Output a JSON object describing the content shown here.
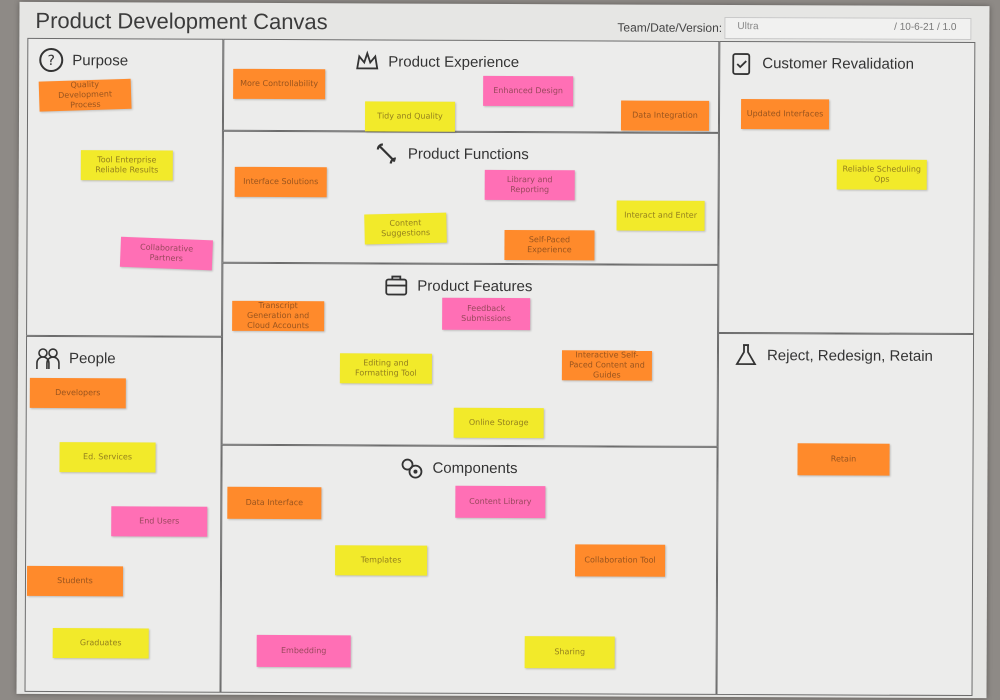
{
  "canvas": {
    "title": "Product Development Canvas",
    "meta_label": "Team/Date/Version:",
    "team_value": "Ultra",
    "date_value": "/ 10-6-21 / 1.0"
  },
  "sections": {
    "purpose": "Purpose",
    "people": "People",
    "experience": "Product Experience",
    "functions": "Product Functions",
    "features": "Product Features",
    "components": "Components",
    "revalidation": "Customer Revalidation",
    "reject": "Reject, Redesign, Retain"
  },
  "notes": {
    "purpose_1": "Quality Development Process",
    "purpose_2": "Tool Enterprise Reliable Results",
    "purpose_3": "Collaborative Partners",
    "people_1": "Developers",
    "people_2": "Ed. Services",
    "people_3": "End Users",
    "people_4": "Students",
    "people_5": "Graduates",
    "exp_1": "More Controllability",
    "exp_2": "Enhanced Design",
    "exp_3": "Tidy and Quality",
    "exp_4": "Data Integration",
    "fun_1": "Interface Solutions",
    "fun_2": "Library and Reporting",
    "fun_3": "Content Suggestions",
    "fun_4": "Interact and Enter",
    "fun_5": "Self-Paced Experience",
    "feat_1": "Transcript Generation and Cloud Accounts",
    "feat_2": "Feedback Submissions",
    "feat_3": "Editing and Formatting Tool",
    "feat_4": "Interactive Self-Paced Content and Guides",
    "feat_5": "Online Storage",
    "comp_1": "Data Interface",
    "comp_2": "Content Library",
    "comp_3": "Templates",
    "comp_4": "Collaboration Tool",
    "comp_5": "Embedding",
    "comp_6": "Sharing",
    "rev_1": "Updated Interfaces",
    "rev_2": "Reliable Scheduling Ops",
    "rej_1": "Retain"
  },
  "colors": {
    "orange": "#ff8a2b",
    "yellow": "#f2ea2a",
    "pink": "#ff6fb5",
    "paper": "#ececeb"
  },
  "icons": {
    "purpose": "question-circle-icon",
    "people": "people-icon",
    "experience": "crown-icon",
    "functions": "wrench-icon",
    "features": "toolbox-icon",
    "components": "gears-icon",
    "revalidation": "clipboard-check-icon",
    "reject": "flask-icon"
  }
}
